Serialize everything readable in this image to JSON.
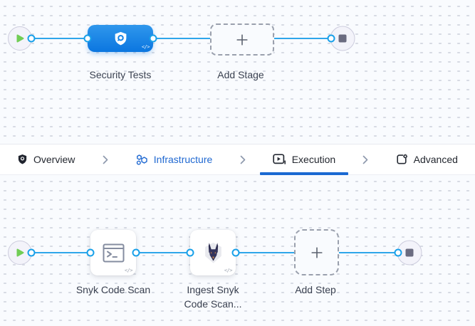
{
  "colors": {
    "canvas_bg": "#f9fbfe",
    "grid_dot": "#d6dae3",
    "edge_blue": "#2ea6ea",
    "stage_blue_top": "#2f97ec",
    "stage_blue_bottom": "#0b76e0",
    "active_tab_underline": "#1b69d2",
    "infrastructure_blue": "#1f68d1",
    "label_text": "#3a4150",
    "play_green": "#71cd55",
    "stop_gray": "#6a6b80"
  },
  "icons": {
    "start": "play-icon",
    "end": "stop-icon",
    "stage": "shield-scan-icon",
    "add": "plus-icon",
    "step_terminal": "terminal-icon",
    "step_snyk": "snyk-dog-icon",
    "tab_overview": "shield-icon",
    "tab_infrastructure": "hexagons-icon",
    "tab_execution": "play-square-icon",
    "tab_advanced": "gear-square-icon",
    "separator": "chevron-right-icon",
    "code_badge": "code-icon"
  },
  "top_pipeline": {
    "stage": {
      "label": "Security Tests"
    },
    "add_stage": {
      "label": "Add Stage"
    },
    "code_glyph": "</>"
  },
  "tab_bar": {
    "tabs": [
      {
        "label": "Overview",
        "active": false
      },
      {
        "label": "Infrastructure",
        "active": false
      },
      {
        "label": "Execution",
        "active": true
      },
      {
        "label": "Advanced",
        "active": false
      }
    ]
  },
  "bottom_pipeline": {
    "steps": [
      {
        "label": "Snyk Code Scan"
      },
      {
        "label_lines": [
          "Ingest Snyk",
          "Code Scan..."
        ]
      }
    ],
    "add_step": {
      "label": "Add Step"
    },
    "code_glyph": "</>"
  }
}
